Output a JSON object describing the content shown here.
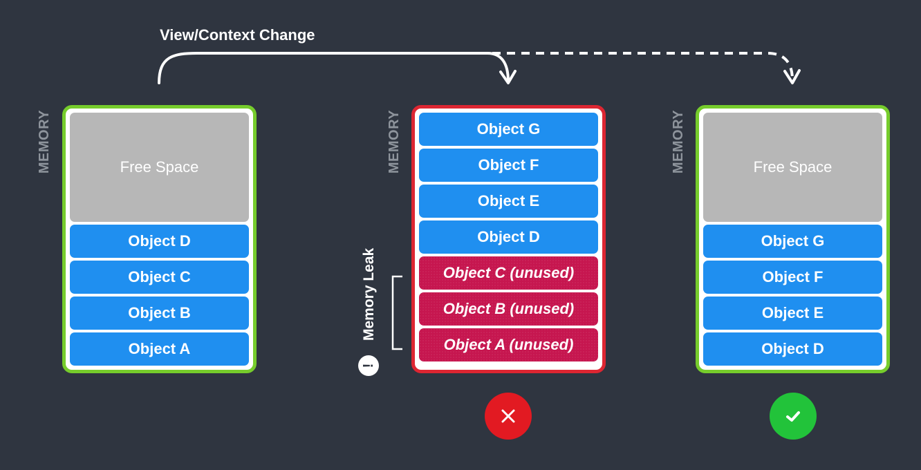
{
  "title": "View/Context Change",
  "memory_label": "MEMORY",
  "panels": [
    {
      "id": "before",
      "status": "ok",
      "free_space": "Free Space",
      "blocks": [
        {
          "label": "Object D",
          "leaked": false
        },
        {
          "label": "Object C",
          "leaked": false
        },
        {
          "label": "Object B",
          "leaked": false
        },
        {
          "label": "Object A",
          "leaked": false
        }
      ]
    },
    {
      "id": "leak",
      "status": "error",
      "free_space": "",
      "blocks": [
        {
          "label": "Object G",
          "leaked": false
        },
        {
          "label": "Object F",
          "leaked": false
        },
        {
          "label": "Object E",
          "leaked": false
        },
        {
          "label": "Object D",
          "leaked": false
        },
        {
          "label": "Object C (unused)",
          "leaked": true
        },
        {
          "label": "Object B (unused)",
          "leaked": true
        },
        {
          "label": "Object A (unused)",
          "leaked": true
        }
      ]
    },
    {
      "id": "after",
      "status": "ok",
      "free_space": "Free Space",
      "blocks": [
        {
          "label": "Object G",
          "leaked": false
        },
        {
          "label": "Object F",
          "leaked": false
        },
        {
          "label": "Object E",
          "leaked": false
        },
        {
          "label": "Object D",
          "leaked": false
        }
      ]
    }
  ],
  "leak_annotation": {
    "label": "Memory Leak",
    "icon": "exclamation-icon"
  },
  "status_icons": {
    "error": "x-icon",
    "ok": "check-icon"
  },
  "colors": {
    "background": "#2f3540",
    "ok_border": "#76cc2c",
    "error_border": "#dd2632",
    "object_block": "#1f8ff0",
    "leak_block": "#c6164f",
    "free_space": "#b7b7b7",
    "error_icon": "#e21a22",
    "ok_icon": "#22c33a"
  }
}
